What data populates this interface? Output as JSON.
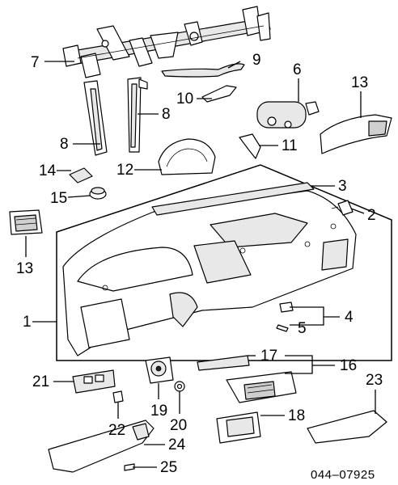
{
  "labels": {
    "n1": "1",
    "n2": "2",
    "n3": "3",
    "n4": "4",
    "n5": "5",
    "n6": "6",
    "n7": "7",
    "n8a": "8",
    "n8b": "8",
    "n9": "9",
    "n10": "10",
    "n11": "11",
    "n12": "12",
    "n13a": "13",
    "n13b": "13",
    "n14": "14",
    "n15": "15",
    "n16": "16",
    "n17": "17",
    "n18": "18",
    "n19": "19",
    "n20": "20",
    "n21": "21",
    "n22": "22",
    "n23": "23",
    "n24": "24",
    "n25": "25"
  },
  "diagram_code": "044–07925"
}
